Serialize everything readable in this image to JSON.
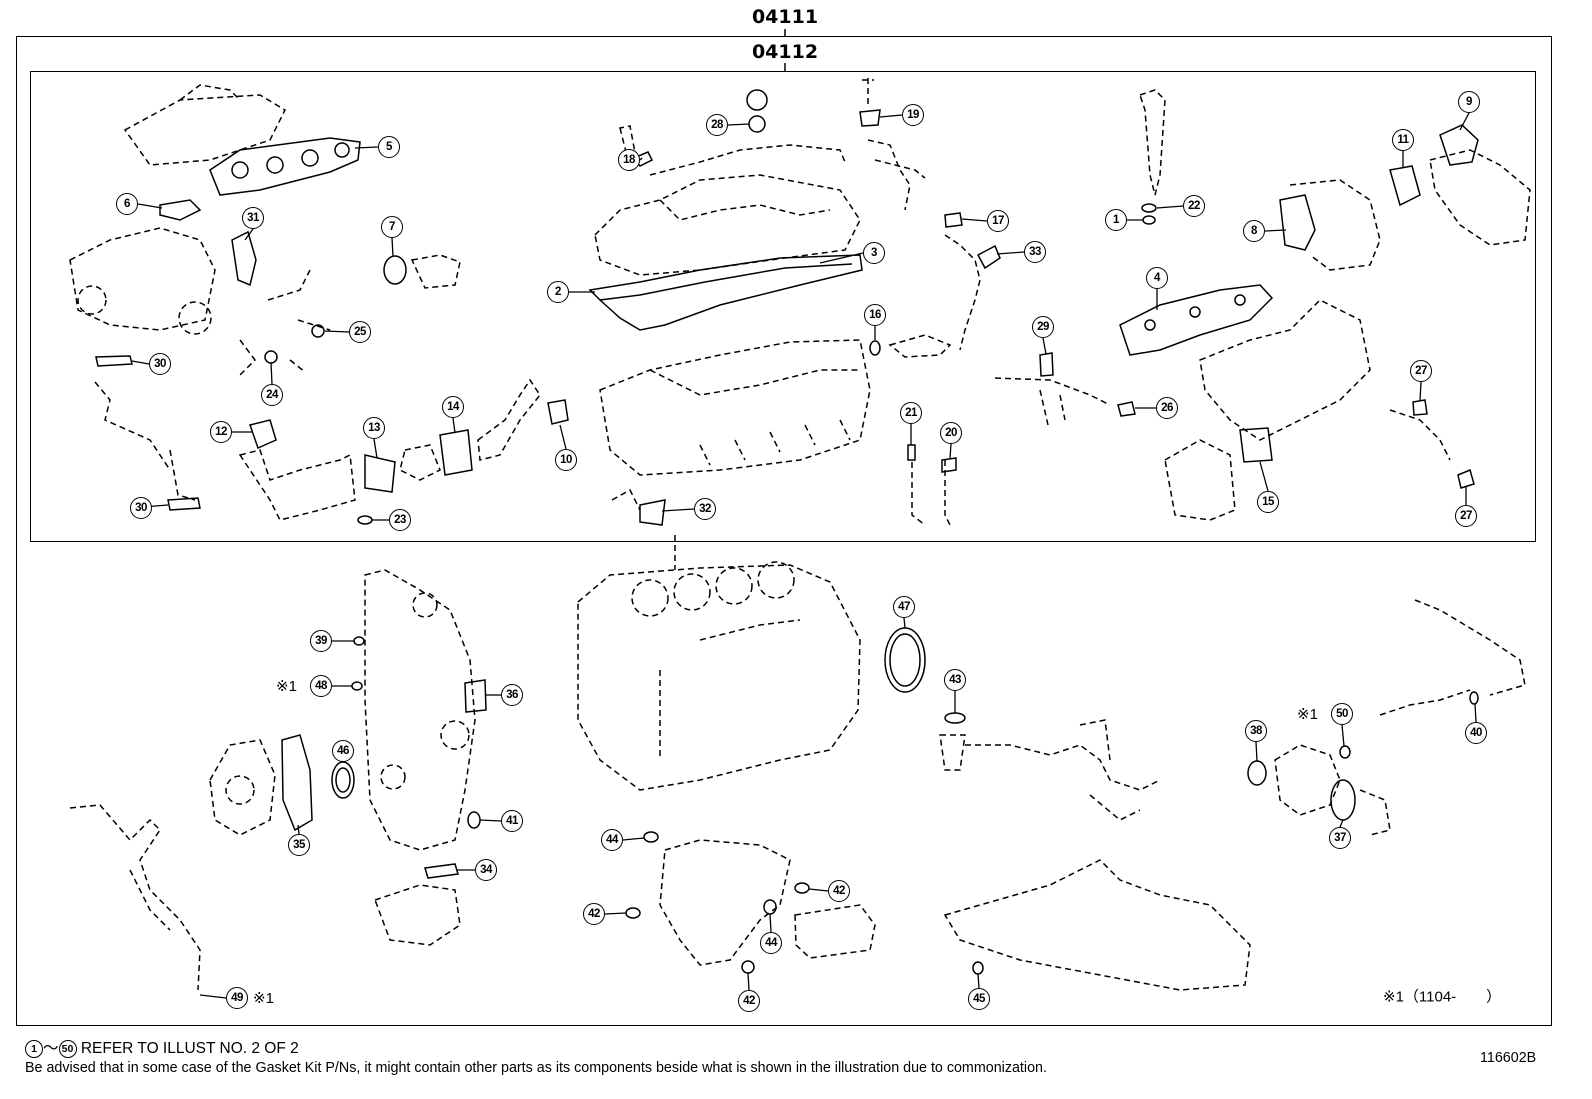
{
  "kit_codes": {
    "outer": "04111",
    "inner": "04112"
  },
  "callouts": [
    {
      "n": "1"
    },
    {
      "n": "2"
    },
    {
      "n": "3"
    },
    {
      "n": "4"
    },
    {
      "n": "5"
    },
    {
      "n": "6"
    },
    {
      "n": "7"
    },
    {
      "n": "8"
    },
    {
      "n": "9"
    },
    {
      "n": "10"
    },
    {
      "n": "11"
    },
    {
      "n": "12"
    },
    {
      "n": "13"
    },
    {
      "n": "14"
    },
    {
      "n": "15"
    },
    {
      "n": "16"
    },
    {
      "n": "17"
    },
    {
      "n": "18"
    },
    {
      "n": "19"
    },
    {
      "n": "20"
    },
    {
      "n": "21"
    },
    {
      "n": "22"
    },
    {
      "n": "23"
    },
    {
      "n": "24"
    },
    {
      "n": "25"
    },
    {
      "n": "26"
    },
    {
      "n": "27"
    },
    {
      "n": "27"
    },
    {
      "n": "28"
    },
    {
      "n": "29"
    },
    {
      "n": "30"
    },
    {
      "n": "30"
    },
    {
      "n": "31"
    },
    {
      "n": "32"
    },
    {
      "n": "33"
    },
    {
      "n": "34"
    },
    {
      "n": "35"
    },
    {
      "n": "36"
    },
    {
      "n": "37"
    },
    {
      "n": "38"
    },
    {
      "n": "39"
    },
    {
      "n": "40"
    },
    {
      "n": "41"
    },
    {
      "n": "42"
    },
    {
      "n": "42"
    },
    {
      "n": "42"
    },
    {
      "n": "43"
    },
    {
      "n": "44"
    },
    {
      "n": "44"
    },
    {
      "n": "45"
    },
    {
      "n": "46"
    },
    {
      "n": "47"
    },
    {
      "n": "48"
    },
    {
      "n": "49"
    },
    {
      "n": "50"
    }
  ],
  "marks": {
    "m48": "※1",
    "m50": "※1",
    "m49": "※1"
  },
  "note_range": "※1（1104-　　）",
  "footer": {
    "start": "1",
    "tilde": "～",
    "end": "50",
    "refer": "REFER TO ILLUST NO. 2 OF 2",
    "advice": "Be advised that in some case of the Gasket Kit P/Ns,  it might contain other parts as its components beside what is shown in the illustration due to commonization."
  },
  "illust_id": "116602B"
}
